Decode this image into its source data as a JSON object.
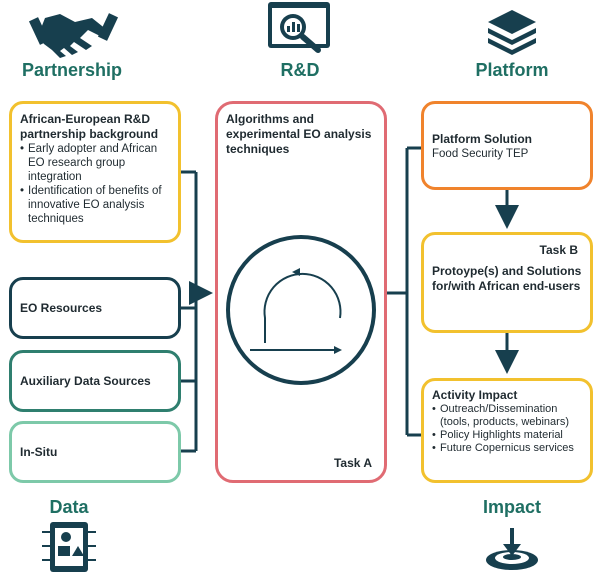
{
  "headings": {
    "partnership": "Partnership",
    "rd": "R&D",
    "platform": "Platform",
    "data": "Data",
    "impact": "Impact"
  },
  "boxes": {
    "partnership_background": {
      "title": "African-European R&D partnership background",
      "bullets": [
        "Early adopter and African EO research group integration",
        "Identification of benefits of innovative EO analysis techniques"
      ]
    },
    "eo_resources": {
      "title": "EO Resources"
    },
    "auxiliary": {
      "title": "Auxiliary Data Sources"
    },
    "in_situ": {
      "title": "In-Situ"
    },
    "algorithms": {
      "title": "Algorithms and experimental EO analysis techniques",
      "task": "Task A"
    },
    "platform_solution": {
      "title": "Platform Solution",
      "subtitle": "Food Security TEP"
    },
    "prototypes": {
      "task": "Task B",
      "title": "Protoype(s) and Solutions for/with African end-users"
    },
    "activity_impact": {
      "title": "Activity Impact",
      "bullets": [
        "Outreach/Dissemination (tools, products, webinars)",
        "Policy Highlights material",
        "Future Copernicus services"
      ]
    }
  },
  "icons": {
    "partnership": "handshake-icon",
    "rd": "research-analytics-icon",
    "platform": "layers-stack-icon",
    "data": "data-document-icon",
    "impact": "target-icon"
  },
  "colors": {
    "heading": "#1f6f63",
    "dark": "#173f4e",
    "yellow": "#f2c12e",
    "orange": "#f0832c",
    "pink": "#e06b73",
    "green": "#2f7f6f",
    "light_green": "#7dc9a9"
  }
}
